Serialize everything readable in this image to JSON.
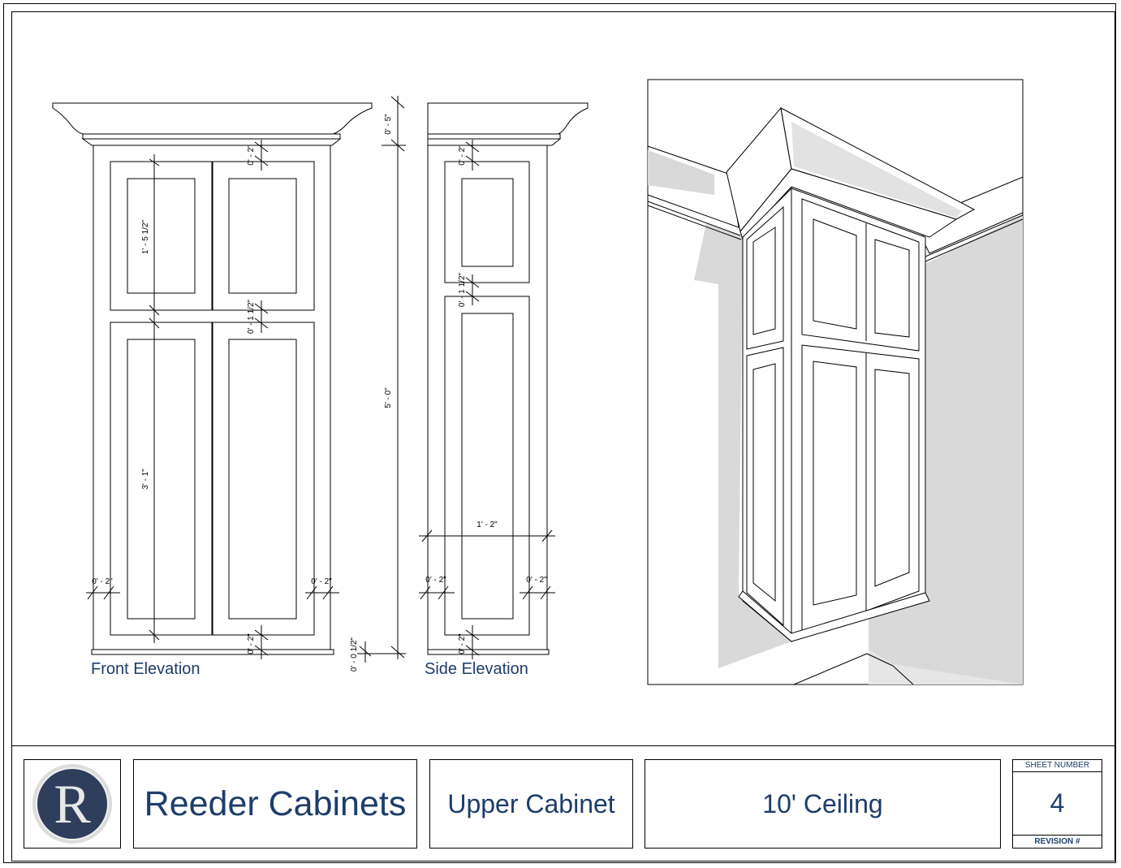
{
  "views": {
    "front_label": "Front Elevation",
    "side_label": "Side Elevation"
  },
  "dimensions": {
    "top_rail": "0' - 2\"",
    "mid_rail": "0' - 1 1/2\"",
    "bottom_rail": "0' - 2\"",
    "upper_panel": "1' - 5 1/2\"",
    "lower_panel": "3' - 1\"",
    "crown": "0' - 5\"",
    "overall": "5' - 0\"",
    "base": "0' - 0 1/2\"",
    "left_stile": "0' - 2\"",
    "right_stile": "0' - 2\"",
    "side_width": "1' - 2\""
  },
  "title_block": {
    "logo_letter": "R",
    "company": "Reeder Cabinets",
    "item": "Upper Cabinet",
    "ceiling": "10' Ceiling",
    "sheet_label": "SHEET NUMBER",
    "sheet_number": "4",
    "revision_label": "REVISION #"
  },
  "colors": {
    "title_text": "#1d3d6b",
    "logo_navy": "#2f3e5c",
    "shadow_gray": "#d9d9d9"
  }
}
